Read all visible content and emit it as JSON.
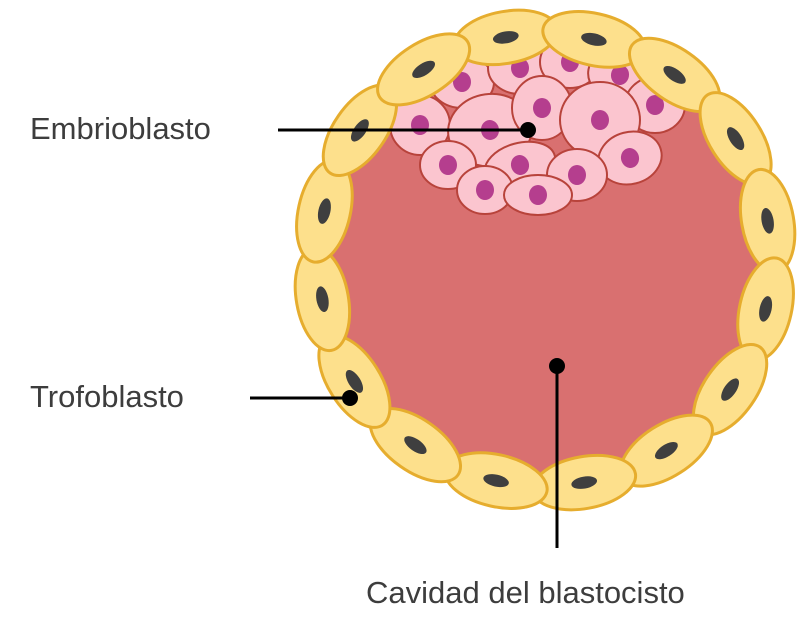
{
  "labels": {
    "embrioblasto": "Embrioblasto",
    "trofoblasto": "Trofoblasto",
    "cavidad": "Cavidad del blastocisto"
  },
  "colors": {
    "cavity_fill": "#d97070",
    "cavity_stroke": "#c05b5b",
    "trophoblast_fill": "#fde08c",
    "trophoblast_stroke": "#e6ad2e",
    "trophoblast_nucleus": "#3f3f3f",
    "icm_fill": "#fbc5cf",
    "icm_stroke": "#b8433b",
    "icm_nucleus": "#b53e8e",
    "label_text": "#3d3d3d",
    "leader_line": "#000000"
  }
}
